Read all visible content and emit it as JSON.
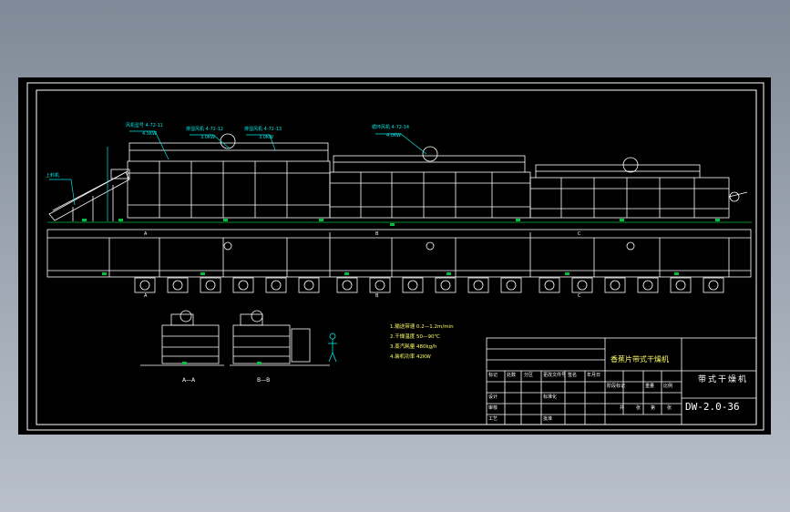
{
  "colors": {
    "background": "#000000",
    "frame": "#ffffff",
    "machine": "#ffffff",
    "leader": "#00e6e6",
    "accent": "#00c040",
    "title_text": "#ffff66"
  },
  "drawing": {
    "product_title": "带式干燥机",
    "drawing_number": "DW-2.0-36",
    "subtitle": "香蕉片带式干燥机"
  },
  "callouts": [
    {
      "label": "风机型号 4-72-11",
      "sub": "4.5KW"
    },
    {
      "label": "排湿风机 4-72-12",
      "sub": "3.0KW"
    },
    {
      "label": "排湿风机 4-72-13",
      "sub": "3.0KW"
    },
    {
      "label": "循环风机 4-72-14",
      "sub": "4.0KW"
    },
    {
      "label": "上料机",
      "sub": ""
    }
  ],
  "section_labels": [
    "A",
    "A",
    "B",
    "B",
    "C",
    "C"
  ],
  "section_views": [
    "A—A",
    "B—B"
  ],
  "specs": [
    "1.输送带速 0.2—1.2m/min",
    "2.干燥温度 50—90℃",
    "3.蒸汽耗量 480kg/h",
    "4.装机功率 42KW"
  ],
  "title_block": {
    "header": [
      "标记",
      "处数",
      "分区",
      "更改文件号",
      "签名",
      "年月日"
    ],
    "rows": [
      [
        "设计",
        "",
        "标准化",
        ""
      ],
      [
        "审核",
        "",
        "",
        ""
      ],
      [
        "工艺",
        "",
        "批准",
        ""
      ]
    ],
    "stage": [
      "阶段标记",
      "重量",
      "比例"
    ],
    "sheet": [
      "共",
      "张",
      "第",
      "张"
    ]
  }
}
